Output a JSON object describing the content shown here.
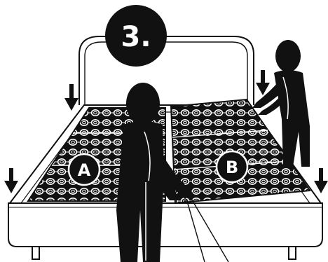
{
  "step": {
    "number": "3."
  },
  "sections": {
    "left": "A",
    "right": "B"
  },
  "colors": {
    "ink": "#111111",
    "paper": "#ffffff"
  },
  "icons": [
    "down-arrow-icon",
    "down-arrow-icon",
    "down-arrow-icon",
    "down-arrow-icon"
  ]
}
